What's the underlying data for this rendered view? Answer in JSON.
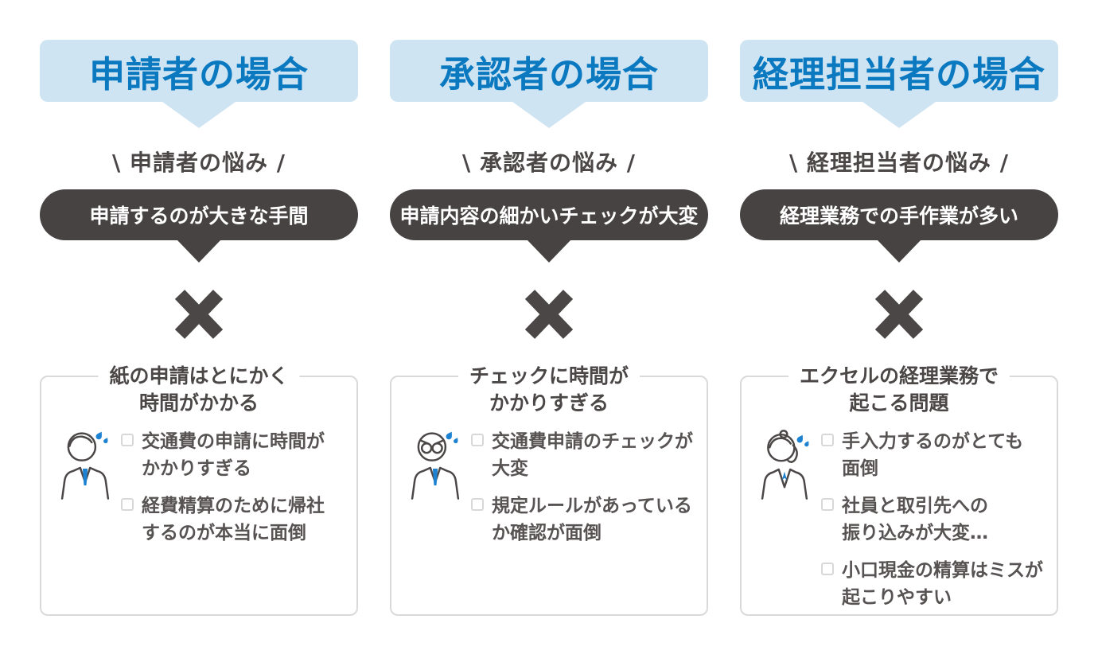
{
  "colors": {
    "header_bg": "#cfe4f3",
    "header_text": "#0b79c0",
    "dark_pill_bg": "#474343",
    "dark_text": "#4b4747",
    "item_text": "#575353",
    "accent_blue": "#1c82d1",
    "box_border": "#dadada",
    "checkbox_border": "#d8d8d8",
    "background": "#ffffff"
  },
  "columns": [
    {
      "id": "applicant",
      "header": "申請者の場合",
      "worry_label": "\\ 申請者の悩み /",
      "pain": "申請するのが大きな手間",
      "x_mark": "×",
      "icon": "businessman-sweating-icon",
      "box": {
        "title_lines": [
          "紙の申請はとにかく",
          "時間がかかる"
        ],
        "items": [
          {
            "checkbox": "unchecked",
            "lines": [
              "交通費の申請に時間が",
              "かかりすぎる"
            ]
          },
          {
            "checkbox": "unchecked",
            "lines": [
              "経費精算のために帰社",
              "するのが本当に面倒"
            ]
          }
        ]
      }
    },
    {
      "id": "approver",
      "header": "承認者の場合",
      "worry_label": "\\ 承認者の悩み /",
      "pain": "申請内容の細かいチェックが大変",
      "x_mark": "×",
      "icon": "businessman-glasses-sweating-icon",
      "box": {
        "title_lines": [
          "チェックに時間が",
          "かかりすぎる"
        ],
        "items": [
          {
            "checkbox": "unchecked",
            "lines": [
              "交通費申請のチェックが",
              "大変"
            ]
          },
          {
            "checkbox": "unchecked",
            "lines": [
              "規定ルールがあっている",
              "か確認が面倒"
            ]
          }
        ]
      }
    },
    {
      "id": "accountant",
      "header": "経理担当者の場合",
      "worry_label": "\\ 経理担当者の悩み /",
      "pain": "経理業務での手作業が多い",
      "x_mark": "×",
      "icon": "businesswoman-sweating-icon",
      "box": {
        "title_lines": [
          "エクセルの経理業務で",
          "起こる問題"
        ],
        "items": [
          {
            "checkbox": "unchecked",
            "lines": [
              "手入力するのがとても",
              "面倒"
            ]
          },
          {
            "checkbox": "unchecked",
            "lines": [
              "社員と取引先への",
              "振り込みが大変…"
            ]
          },
          {
            "checkbox": "unchecked",
            "lines": [
              "小口現金の精算はミスが",
              "起こりやすい"
            ]
          }
        ]
      }
    }
  ]
}
